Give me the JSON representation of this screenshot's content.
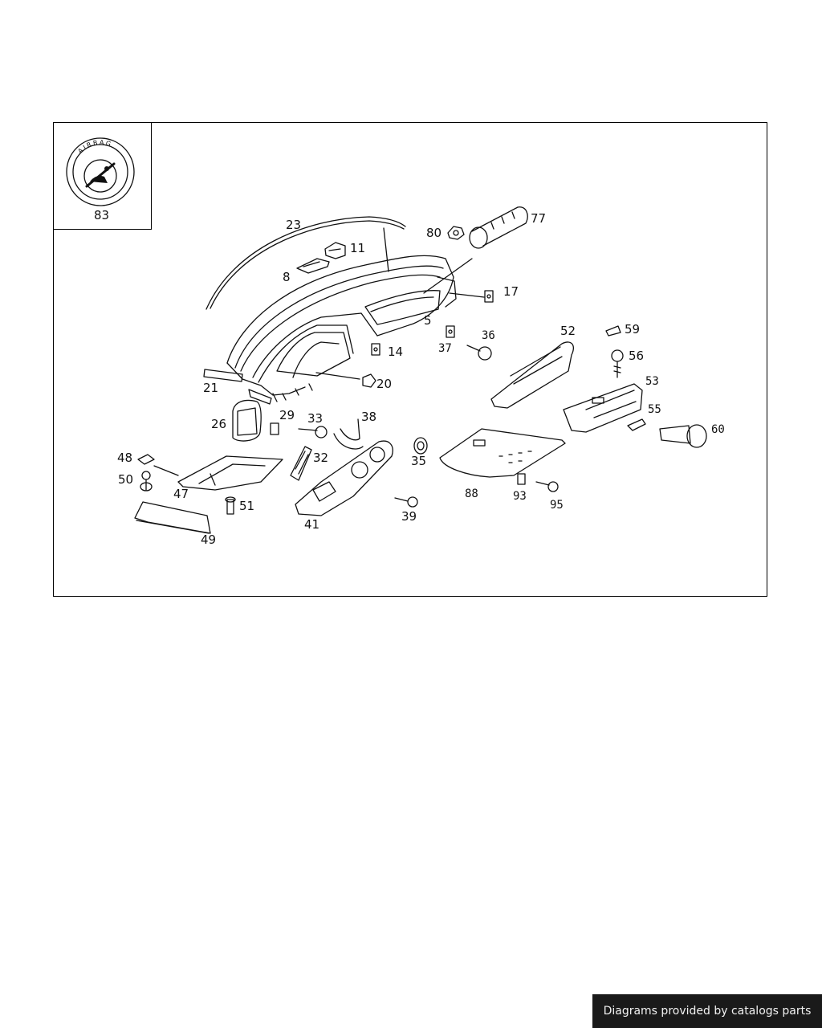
{
  "inset": {
    "callout": "83",
    "badge_text": "AIRBAG"
  },
  "callouts": {
    "c23": "23",
    "c80": "80",
    "c77": "77",
    "c11": "11",
    "c8": "8",
    "c17": "17",
    "c5": "5",
    "c36": "36",
    "c52": "52",
    "c59": "59",
    "c14": "14",
    "c37": "37",
    "c56": "56",
    "c21": "21",
    "c20": "20",
    "c53": "53",
    "c26": "26",
    "c29": "29",
    "c33": "33",
    "c38": "38",
    "c55": "55",
    "c60": "60",
    "c48": "48",
    "c32": "32",
    "c35": "35",
    "c50": "50",
    "c47": "47",
    "c51": "51",
    "c88": "88",
    "c93": "93",
    "c95": "95",
    "c39": "39",
    "c41": "41",
    "c49": "49"
  },
  "footer": {
    "credit": "Diagrams provided by catalogs parts"
  }
}
